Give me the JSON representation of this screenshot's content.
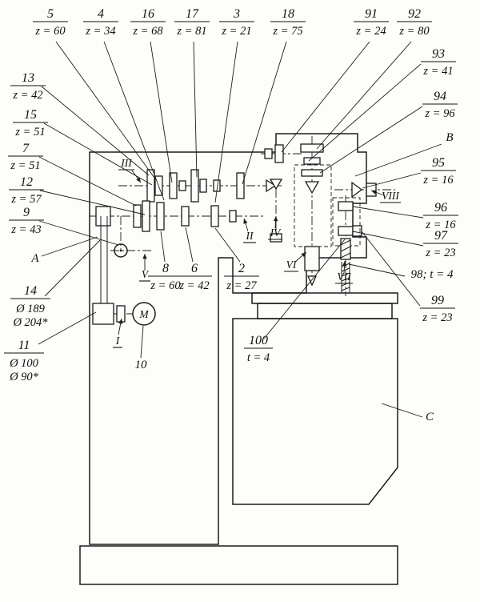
{
  "figure": {
    "ink_color": "#1c1c1c",
    "paper_color": "#fdfdfa"
  },
  "callouts": {
    "n5": {
      "num": "5",
      "val": "z = 60"
    },
    "n4": {
      "num": "4",
      "val": "z = 34"
    },
    "n16": {
      "num": "16",
      "val": "z = 68"
    },
    "n17": {
      "num": "17",
      "val": "z = 81"
    },
    "n3": {
      "num": "3",
      "val": "z = 21"
    },
    "n18": {
      "num": "18",
      "val": "z = 75"
    },
    "n91": {
      "num": "91",
      "val": "z = 24"
    },
    "n92": {
      "num": "92",
      "val": "z = 80"
    },
    "n93": {
      "num": "93",
      "val": "z = 41"
    },
    "n94": {
      "num": "94",
      "val": "z = 96"
    },
    "n95": {
      "num": "95",
      "val": "z = 16"
    },
    "n96": {
      "num": "96",
      "val": "z = 16"
    },
    "n97": {
      "num": "97",
      "val": "z = 23"
    },
    "n99": {
      "num": "99",
      "val": "z = 23"
    },
    "n13": {
      "num": "13",
      "val": "z = 42"
    },
    "n15": {
      "num": "15",
      "val": "z = 51"
    },
    "n7": {
      "num": "7",
      "val": "z = 51"
    },
    "n12": {
      "num": "12",
      "val": "z = 57"
    },
    "n9": {
      "num": "9",
      "val": "z = 43"
    },
    "n8": {
      "num": "8",
      "val": "z = 60"
    },
    "n6": {
      "num": "6",
      "val": "z = 42"
    },
    "n2": {
      "num": "2",
      "val": "z = 27"
    },
    "n100": {
      "num": "100",
      "val": "t = 4"
    },
    "n14": {
      "num": "14",
      "val1": "Ø 189",
      "val2": "Ø 204*"
    },
    "n11": {
      "num": "11",
      "val1": "Ø 100",
      "val2": "Ø 90*"
    }
  },
  "part_labels": {
    "a": "A",
    "b": "B",
    "c": "C",
    "n98": "98; t = 4",
    "n10": "10",
    "motor": "M"
  },
  "shaft_labels": {
    "s1": "I",
    "s2": "II",
    "s3": "III",
    "s4": "IV",
    "s5": "V",
    "s6": "VI",
    "s7": "VII",
    "s8": "VIII"
  }
}
